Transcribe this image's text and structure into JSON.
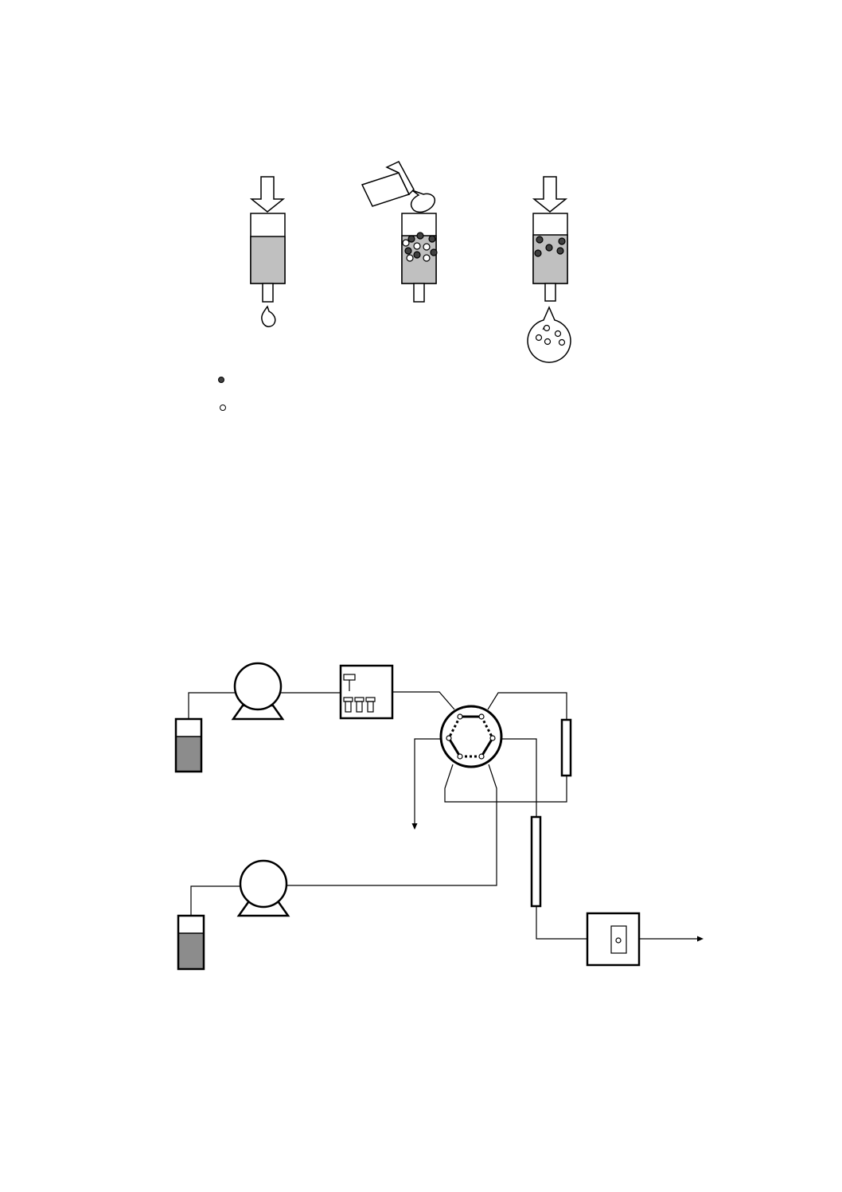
{
  "colors": {
    "stroke": "#000000",
    "liquid_light": "#c0c0c0",
    "liquid_dark": "#8c8c8c",
    "particle_dark": "#404040",
    "particle_light": "#ffffff"
  },
  "top_figure": {
    "steps": [
      {
        "id": "condition",
        "icons": [
          "push-arrow-icon",
          "cartridge-icon",
          "droplet-icon"
        ]
      },
      {
        "id": "load",
        "icons": [
          "pouring-beaker-icon",
          "cartridge-icon"
        ],
        "retained_dark": 6,
        "retained_light": 5
      },
      {
        "id": "elute",
        "icons": [
          "push-arrow-icon",
          "cartridge-icon",
          "collected-drop-icon"
        ],
        "retained_dark": 5,
        "eluted_light": 5
      }
    ],
    "legend": [
      {
        "icon": "filled-particle-icon"
      },
      {
        "icon": "open-particle-icon"
      }
    ]
  },
  "bottom_figure": {
    "components": [
      "reservoir-1-icon",
      "pump-1-icon",
      "autosampler-icon",
      "six-port-valve-icon",
      "trap-column-icon",
      "analytical-column-icon",
      "waste-arrow-icon",
      "reservoir-2-icon",
      "pump-2-icon",
      "detector-icon",
      "outlet-arrow-icon"
    ]
  }
}
